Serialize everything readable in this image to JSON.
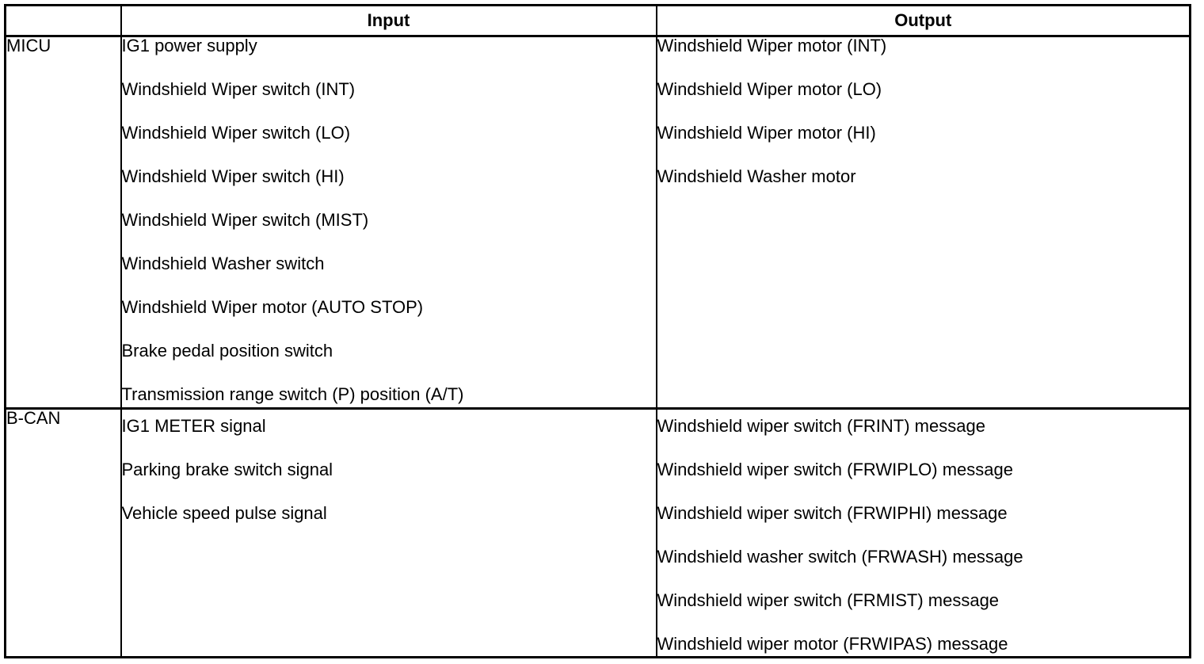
{
  "table": {
    "headers": {
      "ecu": "",
      "input": "Input",
      "output": "Output"
    },
    "rows": [
      {
        "ecu": "MICU",
        "input": [
          "IG1 power supply",
          "Windshield Wiper switch (INT)",
          "Windshield Wiper switch (LO)",
          "Windshield Wiper switch (HI)",
          "Windshield Wiper switch (MIST)",
          "Windshield Washer switch",
          "Windshield Wiper motor (AUTO STOP)",
          "Brake pedal position switch",
          "Transmission range switch (P) position (A/T)"
        ],
        "output": [
          "Windshield Wiper motor (INT)",
          "Windshield Wiper motor (LO)",
          "Windshield Wiper motor (HI)",
          "Windshield Washer motor"
        ]
      },
      {
        "ecu": "B-CAN",
        "input": [
          "IG1 METER signal",
          "Parking brake switch signal",
          "Vehicle speed pulse signal"
        ],
        "output": [
          "Windshield wiper switch (FRINT) message",
          "Windshield wiper switch (FRWIPLO) message",
          "Windshield wiper switch (FRWIPHI) message",
          "Windshield washer switch (FRWASH) message",
          "Windshield wiper switch (FRMIST) message",
          "Windshield wiper motor (FRWIPAS) message"
        ]
      }
    ]
  },
  "colors": {
    "border": "#000000",
    "text": "#000000",
    "background": "#ffffff"
  }
}
